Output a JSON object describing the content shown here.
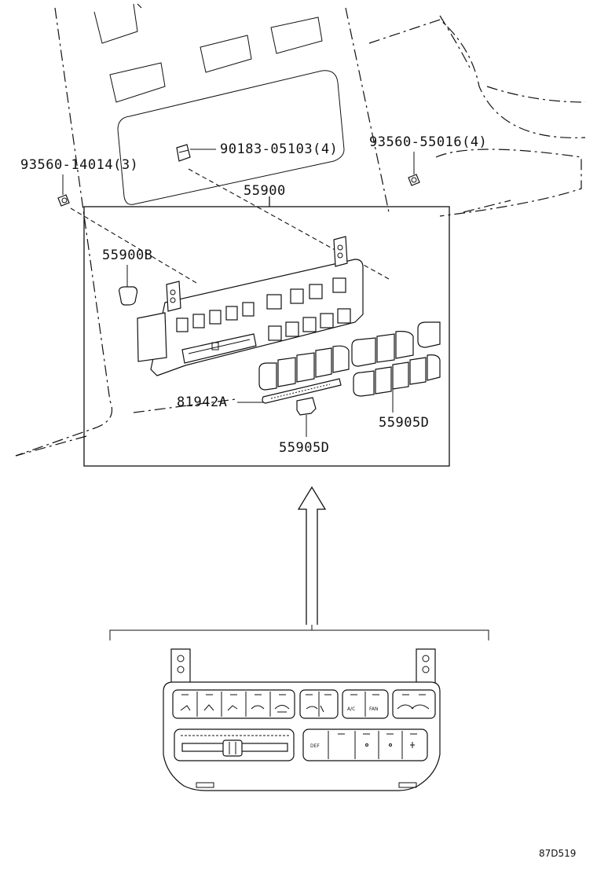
{
  "callouts": {
    "main_assembly": "55900",
    "clip_left": "93560-14014(3)",
    "clip_right": "93560-55016(4)",
    "nut": "90183-05103(4)",
    "bulb_socket": "55900B",
    "indicator_plate": "81942A",
    "knob_small": "55905D",
    "knob_set": "55905D"
  },
  "diagram_code": "87D519",
  "detail_panel": {
    "switch_labels": [
      "DEF",
      "A/C",
      "FAN"
    ]
  }
}
